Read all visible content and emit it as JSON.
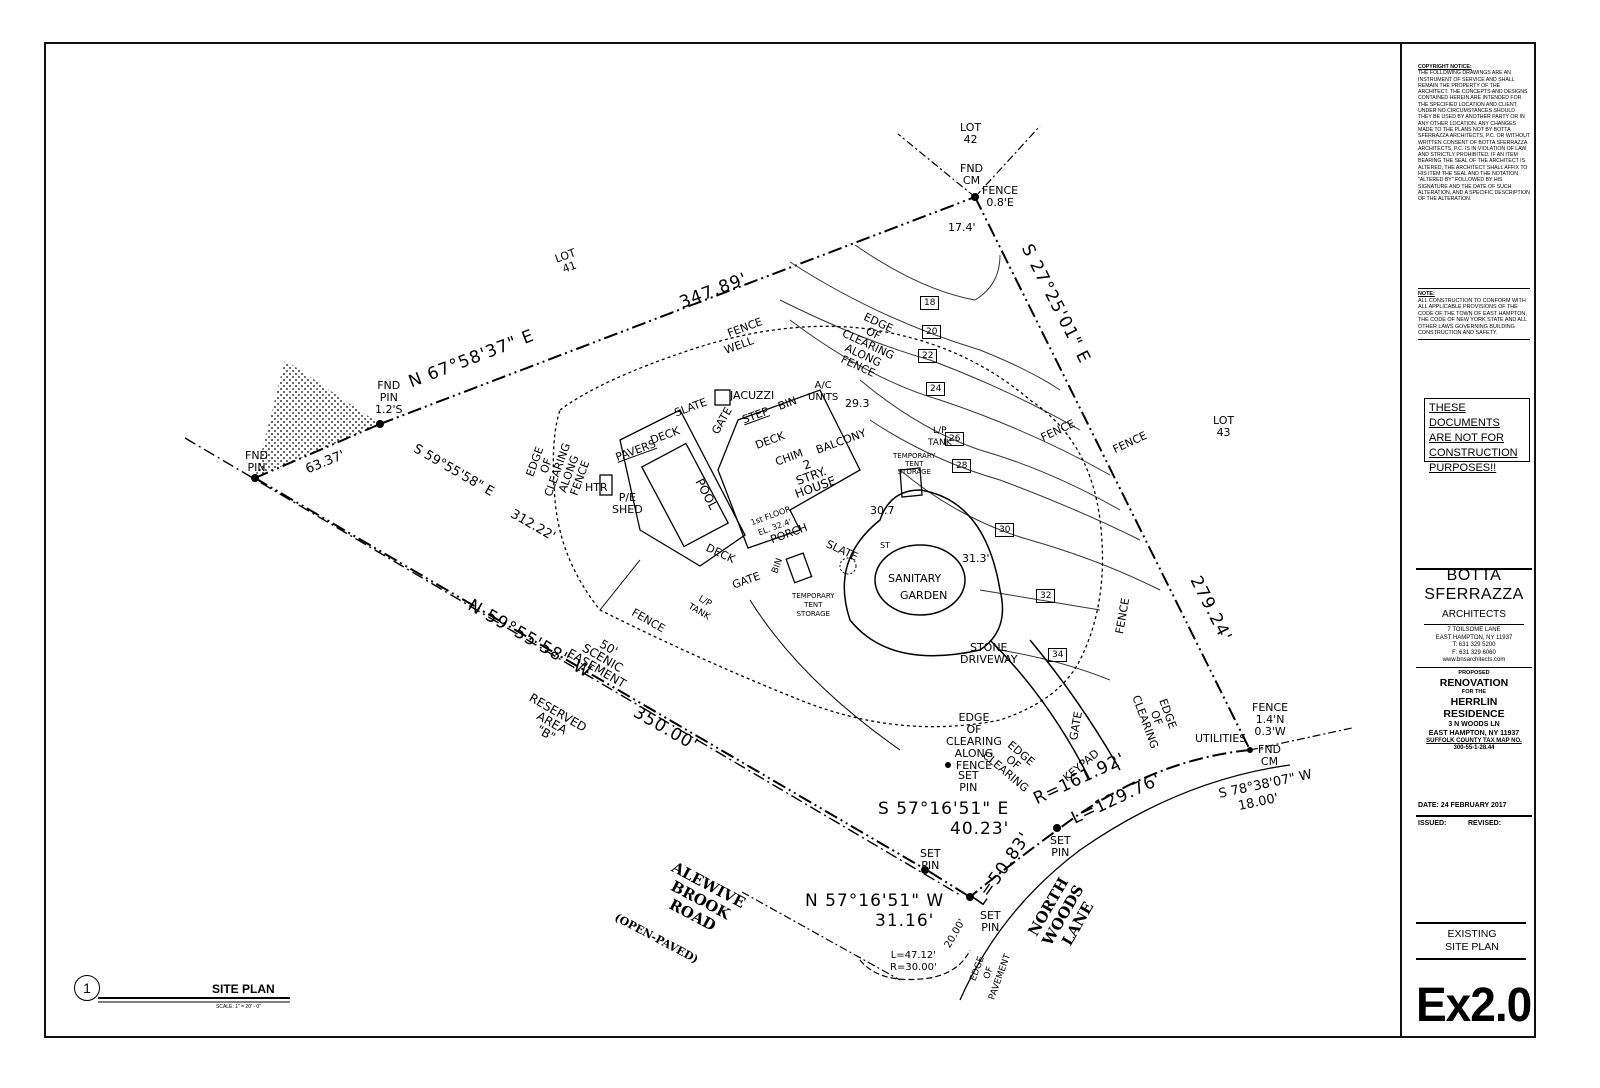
{
  "copyright": {
    "heading": "COPYRIGHT NOTICE:",
    "body": "THE FOLLOWING DRAWINGS ARE AN INSTRUMENT OF SERVICE AND SHALL REMAIN THE PROPERTY OF THE ARCHITECT. THE CONCEPTS AND DESIGNS CONTAINED HEREIN ARE INTENDED FOR THE SPECIFIED LOCATION AND CLIENT. UNDER NO CIRCUMSTANCES SHOULD THEY BE USED BY ANOTHER PARTY OR IN ANY OTHER LOCATION. ANY CHANGES MADE TO THE PLANS NOT BY BOTTA SFERRAZZA ARCHITECTS, P.C. OR WITHOUT WRITTEN CONSENT OF BOTTA SFERRAZZA ARCHITECTS, P.C. IS IN VIOLATION OF LAW AND STRICTLY PROHIBITED. IF AN ITEM BEARING THE SEAL OF THE ARCHITECT IS ALTERED, THE ARCHITECT SHALL AFFIX TO HIS ITEM THE SEAL AND THE NOTATION \"ALTERED BY\" FOLLOWED BY HIS SIGNATURE AND THE DATE OF SUCH ALTERATION, AND A SPECIFIC DESCRIPTION OF THE ALTERATION."
  },
  "note": {
    "heading": "NOTE:",
    "body": "ALL CONSTRUCTION TO CONFORM WITH ALL APPLICABLE PROVISIONS OF THE CODE OF THE TOWN OF EAST HAMPTON, THE CODE OF NEW YORK STATE AND ALL OTHER LAWS GOVERNING BUILDING CONSTRUCTION AND SAFETY."
  },
  "not_for_construction": [
    "THESE DOCUMENTS",
    "ARE NOT FOR",
    "CONSTRUCTION",
    "PURPOSES!!"
  ],
  "firm": {
    "name1": "BOTTA",
    "name2": "SFERRAZZA",
    "sub": "ARCHITECTS",
    "address1": "7 TOILSOME LANE",
    "address2": "EAST HAMPTON, NY 11937",
    "tel": "T: 631 329 5200",
    "fax": "F: 631 329 6060",
    "web": "www.bnsarchitects.com"
  },
  "project": {
    "proposed": "PROPOSED",
    "title1": "RENOVATION",
    "for": "FOR THE",
    "title2": "HERRLIN",
    "title3": "RESIDENCE",
    "address1": "3 N WOODS LN",
    "address2": "EAST HAMPTON, NY 11937",
    "taxmap_label": "SUFFOLK COUNTY TAX MAP NO.",
    "taxmap": "300-55-1-28.44"
  },
  "date": "DATE:  24 FEBRUARY 2017",
  "issued": "ISSUED:",
  "revised": "REVISED:",
  "sheet_title": [
    "EXISTING",
    "SITE PLAN"
  ],
  "sheet_id": "Ex2.0",
  "drawing": {
    "number": "1",
    "title": "SITE PLAN",
    "scale": "SCALE:  1\" = 20' - 0\""
  },
  "plan": {
    "lot42": "LOT\n42",
    "lot41": "LOT\n41",
    "lot43": "LOT\n43",
    "fnd_cm_top": "FND\nCM",
    "fence_08": "FENCE\n0.8'E",
    "el_174": "17.4'",
    "bearing_top": "N 67°58'37\" E",
    "dist_top": "347.89'",
    "bearing_right": "S 27°25'01\" E",
    "dist_right": "279.24'",
    "fnd_pin_12": "FND\nPIN\n1.2'S",
    "fnd_pin_left": "FND\nPIN",
    "dist_6337": "63.37'",
    "bearing_easement": "S 59°55'58\" E",
    "dist_31222": "312.22'",
    "bearing_sw": "N 59°55'58\" W",
    "dist_350": "350.00'",
    "easement": "50'\nSCENIC\nEASEMENT",
    "reserved": "RESERVED\nAREA\n\"B\"",
    "contour_18": "18",
    "contour_20": "20",
    "contour_22": "22",
    "contour_24": "24",
    "contour_26": "26",
    "contour_28": "28",
    "contour_30": "30",
    "contour_32": "32",
    "contour_34": "34",
    "fence_nw": "FENCE",
    "well": "WELL",
    "edge_clearing_n": "EDGE\nOF\nCLEARING\nALONG\nFENCE",
    "edge_clearing_w": "EDGE\nOF\nCLEARING\nALONG\nFENCE",
    "jacuzzi": "JACUZZI",
    "ac_units": "A/C\nUNITS",
    "el_293": "29.3",
    "slate_top": "SLATE",
    "gate_top": "GATE",
    "step": "STEP",
    "bin_top": "BIN",
    "deck_top": "DECK",
    "deck_mid": "DECK",
    "chim": "CHIM",
    "balcony": "BALCONY",
    "pavers": "PAVERS",
    "htr": "HTR",
    "pe_shed": "P/E\nSHED",
    "pool": "POOL",
    "house": "2\nSTRY.\nHOUSE",
    "first_floor": "1st FLOOR\nEL. 32.4'",
    "el_307": "30.7",
    "porch": "PORCH",
    "slate_bot": "SLATE",
    "deck_bot": "DECK",
    "gate_bot": "GATE",
    "bin_bot": "BIN",
    "lp_tank_n": "L/P\nTANK",
    "temp_tent_n": "TEMPORARY\nTENT\nSTORAGE",
    "temp_tent_s": "TEMPORARY\nTENT\nSTORAGE",
    "lp_tank_s": "L/P\nTANK",
    "fence_sw": "FENCE",
    "st": "ST",
    "sanitary": "SANITARY",
    "garden": "GARDEN",
    "el_313": "31.3'",
    "stone_driveway": "STONE\nDRIVEWAY",
    "fence_e1": "FENCE",
    "fence_e2": "FENCE",
    "fence_e3": "FENCE",
    "edge_clearing_s": "EDGE\nOF\nCLEARING\nALONG\nFENCE",
    "edge_clearing_se": "EDGE\nOF\nCLEARING",
    "edge_clearing_mid": "EDGE\nOF\nCLEARING",
    "gate_drive": "GATE",
    "keypad": "KEYPAD",
    "set_pin_1": "SET\nPIN",
    "utilities": "UTILITIES",
    "fence_14": "FENCE\n1.4'N\n0.3'W",
    "fnd_cm_bot": "FND\nCM",
    "bearing_7838": "S 78°38'07\" W",
    "dist_18": "18.00'",
    "r_16192": "R=161.92'",
    "l_12976": "L=129.76'",
    "bearing_5716e": "S 57°16'51\" E",
    "dist_4023": "40.23'",
    "set_pin_2": "SET\nPIN",
    "l_5083": "L=50.83'",
    "set_pin_3": "SET\nPIN",
    "bearing_5716w": "N 57°16'51\" W",
    "dist_3116": "31.16'",
    "set_pin_4": "SET\nPIN",
    "dist_20": "20.00'",
    "curve": "L=47.12'\nR=30.00'",
    "alewive": "ALEWIVE\nBROOK\nROAD",
    "open_paved": "(OPEN-PAVED)",
    "north_woods": "NORTH\nWOODS\nLANE",
    "edge_pavement": "EDGE\nOF\nPAVEMENT"
  }
}
